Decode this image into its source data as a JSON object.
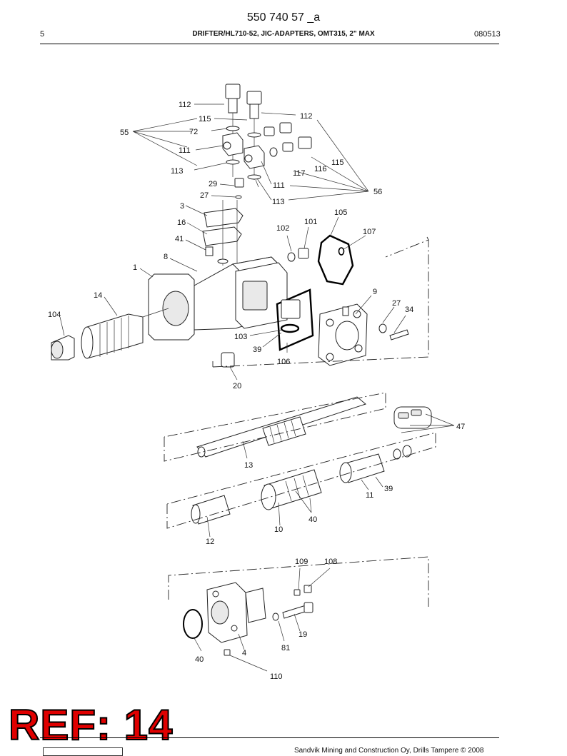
{
  "header": {
    "doc_number": "550 740 57 _a",
    "page_number": "5",
    "title": "DRIFTER/HL710-52, JIC-ADAPTERS, OMT315, 2\" MAX",
    "date": "080513"
  },
  "diagram": {
    "callouts": {
      "c112a": "112",
      "c112b": "112",
      "c115a": "115",
      "c115b": "115",
      "c55": "55",
      "c72": "72",
      "c111a": "111",
      "c111b": "111",
      "c113a": "113",
      "c113b": "113",
      "c117": "117",
      "c116": "116",
      "c56": "56",
      "c29": "29",
      "c27a": "27",
      "c27b": "27",
      "c3": "3",
      "c16": "16",
      "c41": "41",
      "c8": "8",
      "c1": "1",
      "c14": "14",
      "c104": "104",
      "c102": "102",
      "c101": "101",
      "c105": "105",
      "c107": "107",
      "c9": "9",
      "c34": "34",
      "c103": "103",
      "c39a": "39",
      "c39b": "39",
      "c106": "106",
      "c20": "20",
      "c13": "13",
      "c47": "47",
      "c11": "11",
      "c40a": "40",
      "c40b": "40",
      "c10": "10",
      "c12": "12",
      "c109": "109",
      "c108": "108",
      "c19": "19",
      "c81": "81",
      "c4": "4",
      "c110": "110"
    }
  },
  "footer": {
    "copyright": "Sandvik Mining and Construction Oy, Drills Tampere © 2008"
  },
  "stamp": {
    "ref_label": "REF: 14"
  }
}
